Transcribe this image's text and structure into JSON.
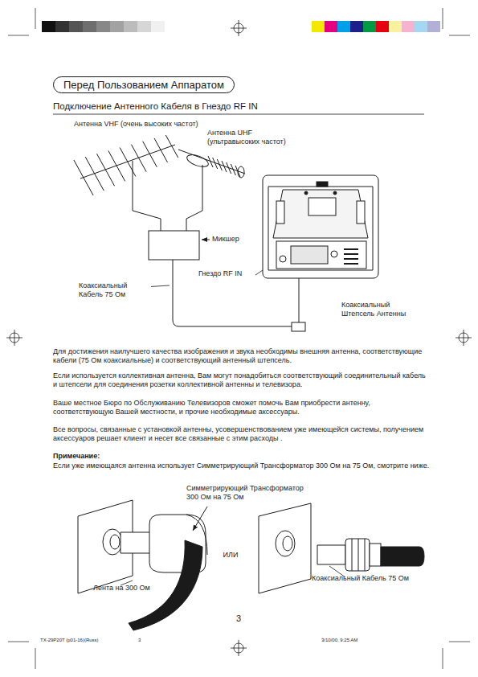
{
  "diagram": {
    "title": "Перед Пользованием Аппаратом",
    "labels": [
      "Подключение Антенного Кабеля в Гнездо RF IN",
      "Антенна VHF (очень высоких частот)",
      "Антенна UHF (ультравысоких частот)",
      "Микшер",
      "Гнездо RF IN",
      "Коаксиальный Кабель 75 Ом",
      "Коаксиальный Штепсель Антенны",
      "Для достижения наилучшего качества изображения и звука необходимы внешняя антенна, соответствующие кабели (75 Ом коаксиальные) и соответствующий антенный штепсель.",
      "Если используется коллективная антенна, Вам могут понадобиться соответствующий соединительный кабель и штепсели для соединения розетки коллективной антенны и телевизора.",
      "Ваше местное Бюро по Обслуживанию Телевизоров сможет помочь Вам приобрести антенну, соответствующую Вашей местности, и прочие необходимые аксессуары.",
      "Все вопросы, связанные с установкой антенны, усовершенствованием уже имеющейся системы, получением аксессуаров решает клиент и несет все связанные с этим расходы .",
      "Примечание:",
      "Если уже имеющаяся антенна использует Симметрирующий Трансформатор 300 Ом на 75 Ом, смотрите ниже.",
      "Симметрирующий Трансформатор 300 Ом на 75 Ом",
      "ИЛИ",
      "Лента на 300 Ом",
      "Коаксиальный Кабель 75 Ом",
      "3",
      "TX-29P20T (p01-16)(Russ)",
      "3",
      "3/10/00, 9:25 AM"
    ]
  }
}
